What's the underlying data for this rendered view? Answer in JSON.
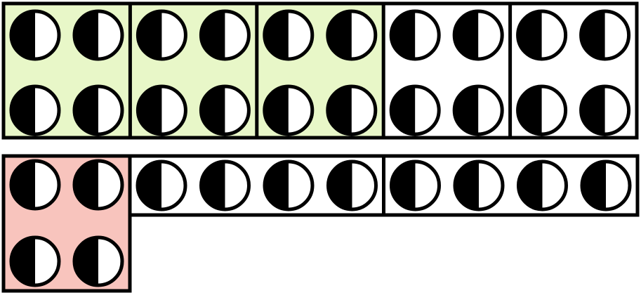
{
  "colors": {
    "border": "#000000",
    "green_fill": "#e8f7c8",
    "red_fill": "#f8c4bd",
    "white_fill": "#ffffff",
    "half_dark": "#000000",
    "half_light": "#ffffff"
  },
  "top_row": {
    "blocks": [
      {
        "fill": "green",
        "circles": 4
      },
      {
        "fill": "green",
        "circles": 4
      },
      {
        "fill": "green",
        "circles": 4
      },
      {
        "fill": "white",
        "circles": 4
      },
      {
        "fill": "white",
        "circles": 4
      }
    ]
  },
  "bottom_row": {
    "blocks": [
      {
        "fill": "red",
        "circles": 4
      },
      {
        "fill": "white",
        "circles": 4
      },
      {
        "fill": "white",
        "circles": 4
      }
    ]
  },
  "icon": "half-black-half-white-circle-icon"
}
